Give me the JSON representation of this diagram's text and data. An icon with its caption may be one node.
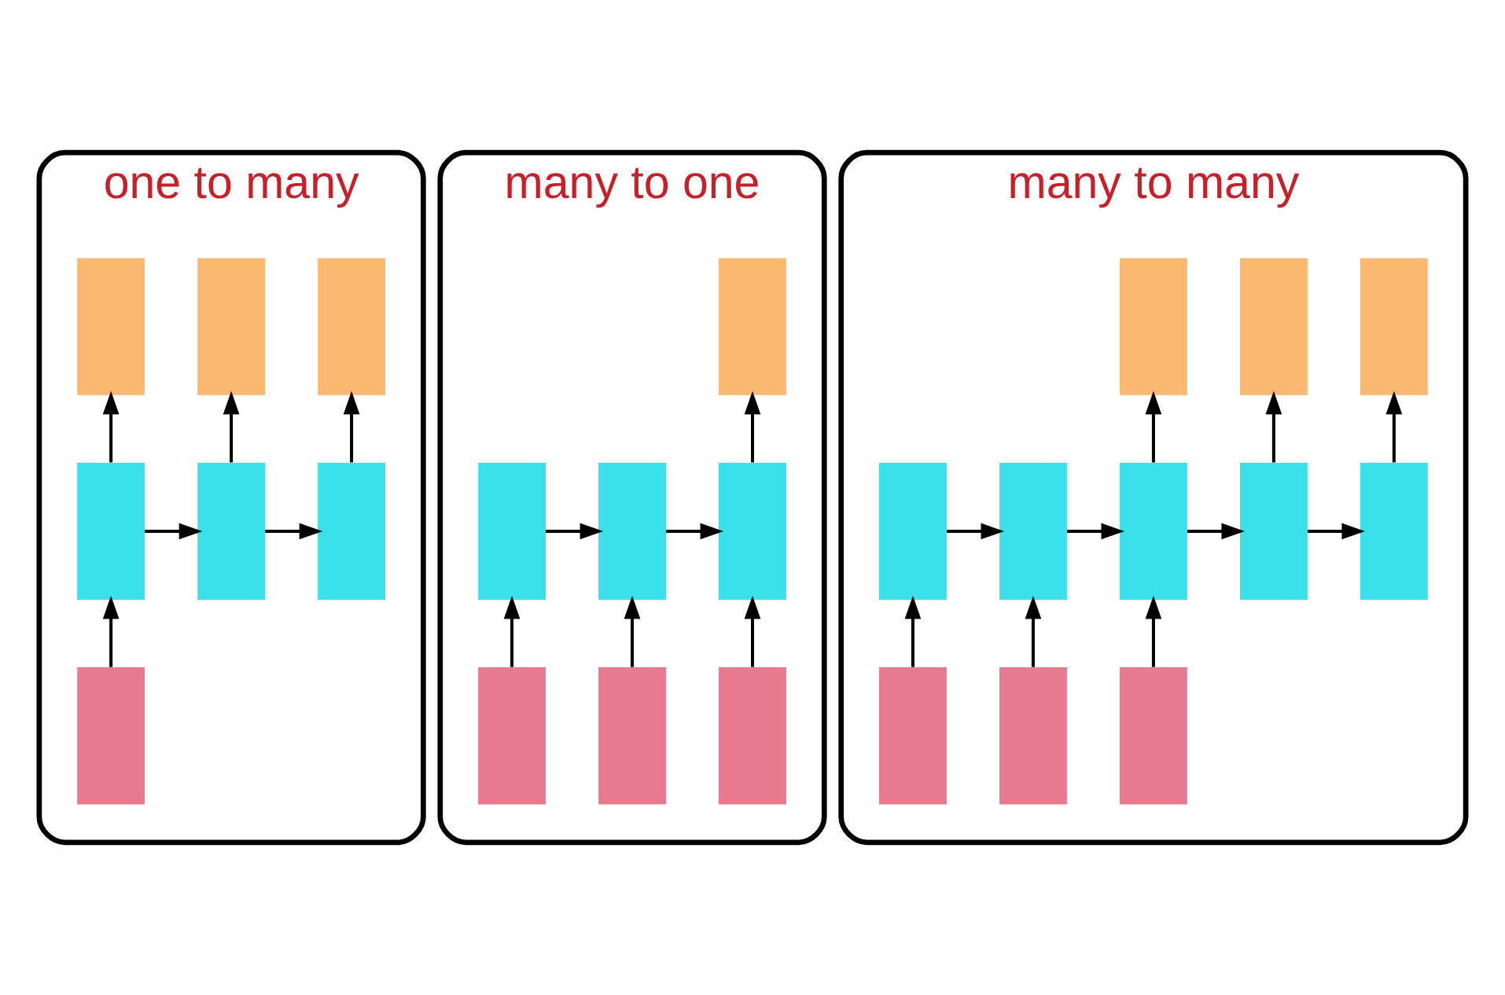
{
  "diagram": {
    "nodes": [
      {
        "text": [
          "one to many"
        ]
      },
      {
        "text": [],
        "shape": "box",
        "in": 0
      },
      {
        "text": [],
        "shape": "box",
        "in": 0
      },
      {
        "text": [],
        "shape": "box",
        "in": 0
      },
      {
        "text": [],
        "shape": "box",
        "in": 0
      },
      {
        "text": [],
        "shape": "box",
        "in": 0
      },
      {
        "text": [],
        "shape": "box",
        "in": 0
      },
      {
        "text": [],
        "shape": "box",
        "in": 0
      },
      {
        "text": [
          "many to one"
        ]
      },
      {
        "text": [],
        "shape": "box",
        "in": 8
      },
      {
        "text": [],
        "shape": "box",
        "in": 8
      },
      {
        "text": [],
        "shape": "box",
        "in": 8
      },
      {
        "text": [],
        "shape": "box",
        "in": 8
      },
      {
        "text": [],
        "shape": "box",
        "in": 8
      },
      {
        "text": [],
        "shape": "box",
        "in": 8
      },
      {
        "text": [],
        "shape": "box",
        "in": 8
      },
      {
        "text": [
          "many to many"
        ]
      },
      {
        "text": [],
        "shape": "box",
        "in": 16
      },
      {
        "text": [],
        "shape": "box",
        "in": 16
      },
      {
        "text": [],
        "shape": "box",
        "in": 16
      },
      {
        "text": [],
        "shape": "box",
        "in": 16
      },
      {
        "text": [],
        "shape": "box",
        "in": 16
      },
      {
        "text": [],
        "shape": "box",
        "in": 16
      },
      {
        "text": [],
        "shape": "box",
        "in": 16
      },
      {
        "text": [],
        "shape": "box",
        "in": 16
      },
      {
        "text": [],
        "shape": "box",
        "in": 16
      },
      {
        "text": [],
        "shape": "box",
        "in": 16
      },
      {
        "text": [],
        "shape": "box",
        "in": 16
      }
    ],
    "edges": [
      {
        "from": 7,
        "to": 4,
        "arrow": "to"
      },
      {
        "from": 4,
        "to": 1,
        "arrow": "to"
      },
      {
        "from": 5,
        "to": 2,
        "arrow": "to"
      },
      {
        "from": 6,
        "to": 3,
        "arrow": "to"
      },
      {
        "from": 4,
        "to": 5,
        "arrow": "to"
      },
      {
        "from": 5,
        "to": 6,
        "arrow": "to"
      },
      {
        "from": 13,
        "to": 10,
        "arrow": "to"
      },
      {
        "from": 14,
        "to": 11,
        "arrow": "to"
      },
      {
        "from": 15,
        "to": 12,
        "arrow": "to"
      },
      {
        "from": 10,
        "to": 11,
        "arrow": "to"
      },
      {
        "from": 11,
        "to": 12,
        "arrow": "to"
      },
      {
        "from": 12,
        "to": 9,
        "arrow": "to"
      },
      {
        "from": 25,
        "to": 20,
        "arrow": "to"
      },
      {
        "from": 26,
        "to": 21,
        "arrow": "to"
      },
      {
        "from": 27,
        "to": 22,
        "arrow": "to"
      },
      {
        "from": 20,
        "to": 21,
        "arrow": "to"
      },
      {
        "from": 21,
        "to": 22,
        "arrow": "to"
      },
      {
        "from": 22,
        "to": 23,
        "arrow": "to"
      },
      {
        "from": 23,
        "to": 24,
        "arrow": "to"
      },
      {
        "from": 22,
        "to": 17,
        "arrow": "to"
      },
      {
        "from": 23,
        "to": 18,
        "arrow": "to"
      },
      {
        "from": 24,
        "to": 19,
        "arrow": "to"
      }
    ]
  }
}
